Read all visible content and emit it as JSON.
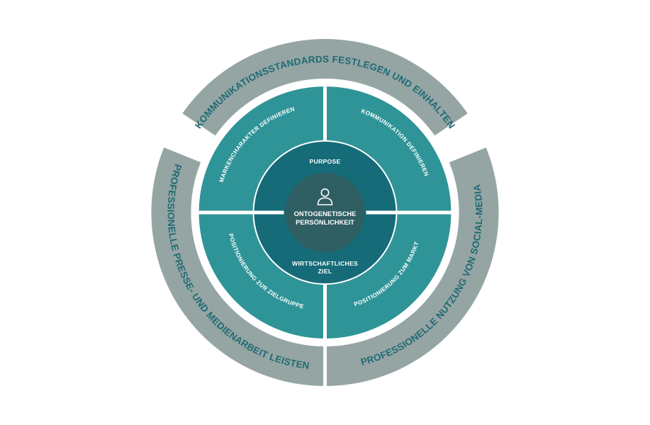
{
  "diagram": {
    "outer_ring": [
      {
        "id": "top",
        "label": "KOMMUNIKATIONSSTANDARDS FESTLEGEN UND EINHALTEN"
      },
      {
        "id": "right",
        "label": "PROFESSIONELLE NUTZUNG VON SOCIAL-MEDIA"
      },
      {
        "id": "left",
        "label": "PROFESSIONELLE PRESSE- UND MEDIENARBEIT LEISTEN"
      }
    ],
    "quadrants": [
      {
        "id": "top-left",
        "label": "MARKENCHARAKTER DEFINIEREN"
      },
      {
        "id": "top-right",
        "label": "KOMMUNIKATION DEFINIEREN"
      },
      {
        "id": "bottom-right",
        "label": "POSITIONIERUNG ZUM MARKT"
      },
      {
        "id": "bottom-left",
        "label": "POSITIONIERUNG ZUR ZIELGRUPPE"
      }
    ],
    "inner_ring": [
      {
        "id": "top",
        "lines": [
          "PURPOSE"
        ]
      },
      {
        "id": "bottom",
        "lines": [
          "WIRTSCHAFTLICHES",
          "ZIEL"
        ]
      }
    ],
    "core": {
      "icon": "person-icon",
      "lines": [
        "ONTOGENETISCHE",
        "PERSÖNLICHKEIT"
      ]
    }
  },
  "colors": {
    "outer_ring": "#95a5a4",
    "outer_text": "#1e6b74",
    "quadrant": "#2f9498",
    "quad_text": "#ffffff",
    "inner_ring": "#166b78",
    "core": "#2f5e63",
    "divider": "#ffffff",
    "background": "#ffffff"
  }
}
